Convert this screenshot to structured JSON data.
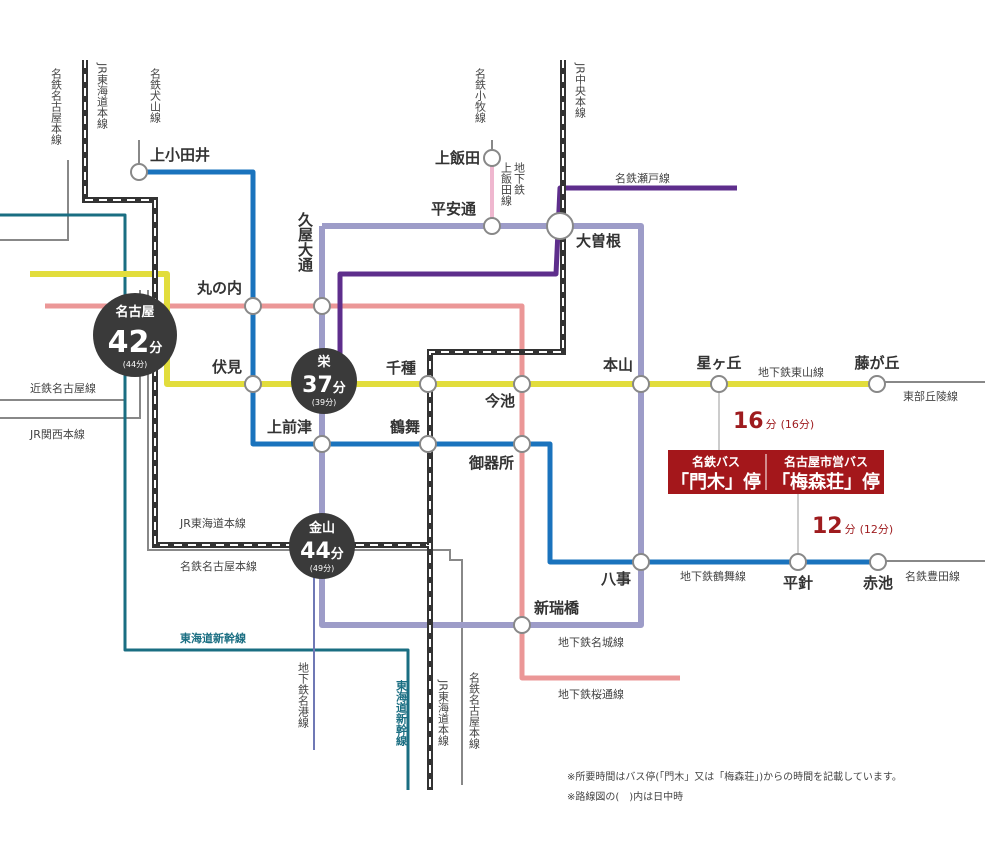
{
  "colors": {
    "higashiyama": "#e2dd3c",
    "tsurumai": "#1a73bd",
    "sakuradori": "#eb9797",
    "meijo": "#9d9cc8",
    "kamiiida": "#efb7cf",
    "seto": "#5e2e8c",
    "shinkansen": "#1a6e82",
    "meiko": "#6f78b5",
    "rail_gray": "#888888",
    "jr_dark": "#333333",
    "bus_red": "#a4171b",
    "hub_dark": "#3a3a3a"
  },
  "stations": {
    "kamiotai": "上小田井",
    "kamiiida": "上飯田",
    "heiando": "平安通",
    "ozone": "大曽根",
    "hisaya_odori": "久屋大通",
    "marunouchi": "丸の内",
    "fushimi": "伏見",
    "chikusa": "千種",
    "imaike": "今池",
    "motoyama": "本山",
    "hoshigaoka": "星ヶ丘",
    "fujigaoka": "藤が丘",
    "kamimaezu": "上前津",
    "tsurumai": "鶴舞",
    "gokiso": "御器所",
    "yagoto": "八事",
    "hirabari": "平針",
    "akaike": "赤池",
    "shinmizuhashi": "新瑞橋"
  },
  "hubs": {
    "nagoya": {
      "name": "名古屋",
      "minutes": "42",
      "unit": "分",
      "daytime": "(44分)"
    },
    "sakae": {
      "name": "栄",
      "minutes": "37",
      "unit": "分",
      "daytime": "(39分)"
    },
    "kanayama": {
      "name": "金山",
      "minutes": "44",
      "unit": "分",
      "daytime": "(49分)"
    }
  },
  "lines": {
    "meitetsu_nagoya_top": "名鉄名古屋本線",
    "jr_tokaido_top": "JR東海道本線",
    "meitetsu_inuyama": "名鉄犬山線",
    "meitetsu_komaki": "名鉄小牧線",
    "kamiiida_line": "上飯田線",
    "kamiiida_line_prefix": "地下鉄",
    "jr_chuo": "JR中央本線",
    "meitetsu_seto": "名鉄瀬戸線",
    "kintetsu": "近鉄名古屋線",
    "jr_kansai": "JR関西本線",
    "jr_tokaido_mid": "JR東海道本線",
    "meitetsu_nagoya_mid": "名鉄名古屋本線",
    "tokaido_shinkansen_h": "東海道新幹線",
    "tokaido_shinkansen_v": "東海道新幹線",
    "subway_meiko": "地下鉄名港線",
    "jr_tokaido_bottom": "JR東海道本線",
    "meitetsu_nagoya_bottom": "名鉄名古屋本線",
    "subway_higashiyama": "地下鉄東山線",
    "tobu_kyuryo": "東部丘陵線",
    "subway_tsurumai": "地下鉄鶴舞線",
    "meitetsu_toyota": "名鉄豊田線",
    "subway_meijo": "地下鉄名城線",
    "subway_sakuradori": "地下鉄桜通線"
  },
  "bus": {
    "meitetsu_label": "名鉄バス",
    "meitetsu_stop": "「門木」停",
    "shiei_label": "名古屋市営バス",
    "shiei_stop": "「梅森荘」停",
    "time16": "16",
    "time16_unit": "分",
    "time16_day": "(16分)",
    "time12": "12",
    "time12_unit": "分",
    "time12_day": "(12分)"
  },
  "notes": {
    "note1": "※所要時間はバス停(「門木」又は「梅森荘」)からの時間を記載しています。",
    "note2": "※路線図の(　)内は日中時"
  }
}
